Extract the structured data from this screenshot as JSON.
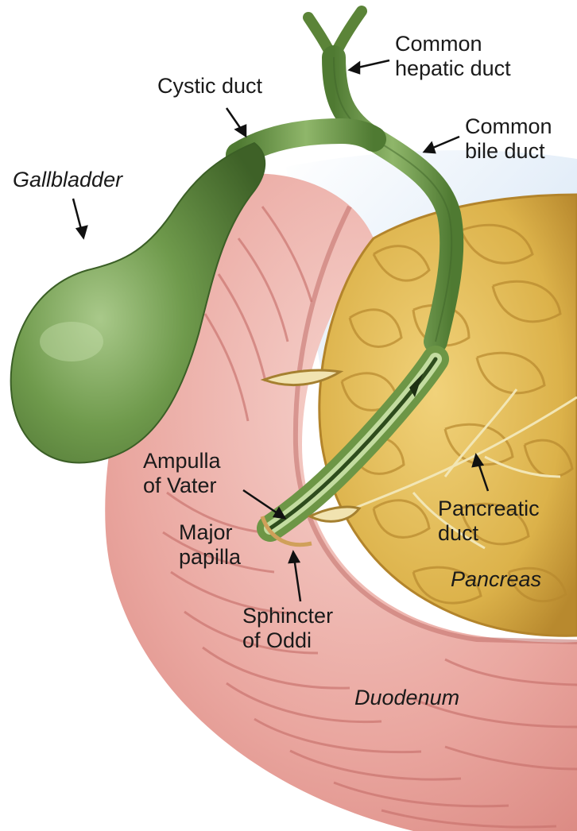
{
  "labels": {
    "common_hepatic_duct": [
      "Common",
      "hepatic duct"
    ],
    "cystic_duct": "Cystic duct",
    "common_bile_duct": [
      "Common",
      "bile duct"
    ],
    "gallbladder": "Gallbladder",
    "ampulla_of_vater": [
      "Ampulla",
      "of Vater"
    ],
    "major_papilla": [
      "Major",
      "papilla"
    ],
    "pancreatic_duct": [
      "Pancreatic",
      "duct"
    ],
    "pancreas": "Pancreas",
    "sphincter_of_oddi": [
      "Sphincter",
      "of Oddi"
    ],
    "duodenum": "Duodenum"
  },
  "colors": {
    "gallbladder_green": "#5f8a3e",
    "duct_green": "#6d9646",
    "pancreas_yellow": "#e3bf55",
    "duodenum_pink": "#eaa7a0",
    "duodenum_fold": "#c8716c",
    "sky_blue": "#cfe1f3",
    "label_text": "#1a1a1a"
  }
}
